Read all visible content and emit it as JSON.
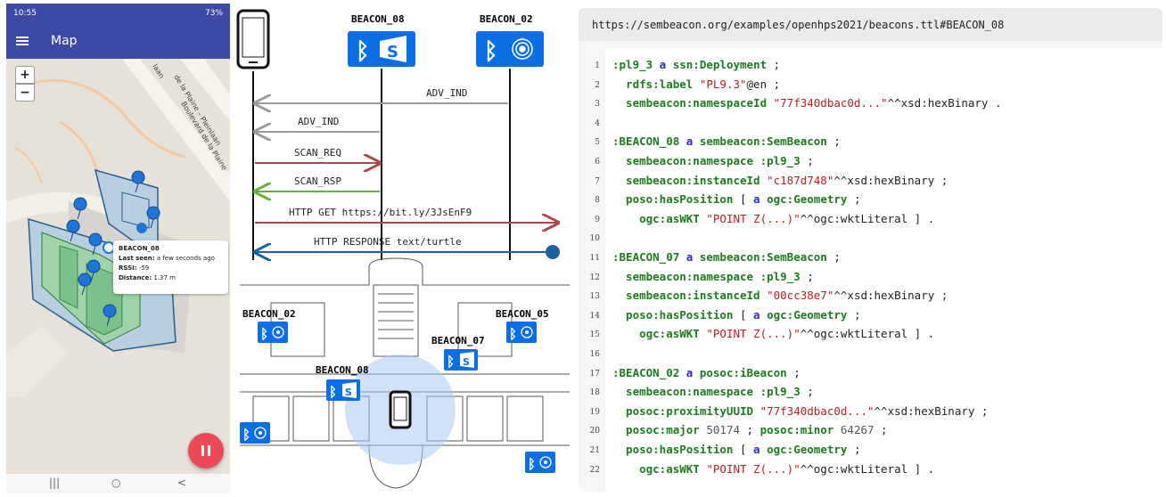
{
  "phone": {
    "status_time": "10:55",
    "status_right": "73%",
    "title": "Map",
    "zoom_in": "+",
    "zoom_out": "−",
    "streets": [
      "de la Plaine – Pleinlaan",
      "Boulevard de la Plaine",
      "laan"
    ],
    "popup": {
      "title": "BEACON_08",
      "last_seen_label": "Last seen:",
      "last_seen_value": "a few seconds ago",
      "rssi_label": "RSSI:",
      "rssi_value": "-59",
      "distance_label": "Distance:",
      "distance_value": "1.37 m"
    },
    "nav": {
      "recent": "|||",
      "home": "○",
      "back": "<"
    }
  },
  "diagram": {
    "beacons": {
      "beacon_08": "BEACON_08",
      "beacon_02": "BEACON_02"
    },
    "messages": [
      "ADV_IND",
      "ADV_IND",
      "SCAN_REQ",
      "SCAN_RSP",
      "HTTP GET https://bit.ly/3JsEnF9",
      "HTTP RESPONSE text/turtle"
    ],
    "floorplan_labels": {
      "b02": "BEACON_02",
      "b05": "BEACON_05",
      "b07": "BEACON_07",
      "b08": "BEACON_08"
    },
    "colors": {
      "beacon_blue": "#0b6fe3",
      "arrow_gray": "#9a9a9a",
      "arrow_red": "#a94a4a",
      "arrow_green": "#6aae3e",
      "arrow_teal": "#1e5fa0"
    }
  },
  "code": {
    "url": "https://sembeacon.org/examples/openhps2021/beacons.ttl#BEACON_08",
    "lines": [
      [
        {
          "t": ":pl9_3",
          "c": "s"
        },
        {
          "t": " a ",
          "c": "k"
        },
        {
          "t": "ssn:Deployment",
          "c": "p"
        },
        {
          "t": " ;",
          "c": "x"
        }
      ],
      [
        {
          "t": "  rdfs:label",
          "c": "p"
        },
        {
          "t": " \"PL9.3\"",
          "c": "str"
        },
        {
          "t": "@en ;",
          "c": "x"
        }
      ],
      [
        {
          "t": "  sembeacon:namespaceId",
          "c": "p"
        },
        {
          "t": " \"77f340dbac0d...\"",
          "c": "str"
        },
        {
          "t": "^^xsd:hexBinary .",
          "c": "x"
        }
      ],
      [],
      [
        {
          "t": ":BEACON_08",
          "c": "s"
        },
        {
          "t": " a ",
          "c": "k"
        },
        {
          "t": "sembeacon:SemBeacon",
          "c": "p"
        },
        {
          "t": " ;",
          "c": "x"
        }
      ],
      [
        {
          "t": "  sembeacon:namespace",
          "c": "p"
        },
        {
          "t": " :pl9_3",
          "c": "p"
        },
        {
          "t": " ;",
          "c": "x"
        }
      ],
      [
        {
          "t": "  sembeacon:instanceId",
          "c": "p"
        },
        {
          "t": " \"c187d748\"",
          "c": "str"
        },
        {
          "t": "^^xsd:hexBinary ;",
          "c": "x"
        }
      ],
      [
        {
          "t": "  poso:hasPosition",
          "c": "p"
        },
        {
          "t": " [ ",
          "c": "x"
        },
        {
          "t": "a ",
          "c": "k"
        },
        {
          "t": "ogc:Geometry",
          "c": "p"
        },
        {
          "t": " ;",
          "c": "x"
        }
      ],
      [
        {
          "t": "    ogc:asWKT",
          "c": "p"
        },
        {
          "t": " \"POINT Z(...)\"",
          "c": "str"
        },
        {
          "t": "^^ogc:wktLiteral ] .",
          "c": "x"
        }
      ],
      [],
      [
        {
          "t": ":BEACON_07",
          "c": "s"
        },
        {
          "t": " a ",
          "c": "k"
        },
        {
          "t": "sembeacon:SemBeacon",
          "c": "p"
        },
        {
          "t": " ;",
          "c": "x"
        }
      ],
      [
        {
          "t": "  sembeacon:namespace",
          "c": "p"
        },
        {
          "t": " :pl9_3",
          "c": "p"
        },
        {
          "t": " ;",
          "c": "x"
        }
      ],
      [
        {
          "t": "  sembeacon:instanceId",
          "c": "p"
        },
        {
          "t": " \"00cc38e7\"",
          "c": "str"
        },
        {
          "t": "^^xsd:hexBinary ;",
          "c": "x"
        }
      ],
      [
        {
          "t": "  poso:hasPosition",
          "c": "p"
        },
        {
          "t": " [ ",
          "c": "x"
        },
        {
          "t": "a ",
          "c": "k"
        },
        {
          "t": "ogc:Geometry",
          "c": "p"
        },
        {
          "t": " ;",
          "c": "x"
        }
      ],
      [
        {
          "t": "    ogc:asWKT",
          "c": "p"
        },
        {
          "t": " \"POINT Z(...)\"",
          "c": "str"
        },
        {
          "t": "^^ogc:wktLiteral ] .",
          "c": "x"
        }
      ],
      [],
      [
        {
          "t": ":BEACON_02",
          "c": "s"
        },
        {
          "t": " a ",
          "c": "k"
        },
        {
          "t": "posoc:iBeacon",
          "c": "p"
        },
        {
          "t": " ;",
          "c": "x"
        }
      ],
      [
        {
          "t": "  sembeacon:namespace",
          "c": "p"
        },
        {
          "t": " :pl9_3",
          "c": "p"
        },
        {
          "t": " ;",
          "c": "x"
        }
      ],
      [
        {
          "t": "  posoc:proximityUUID",
          "c": "p"
        },
        {
          "t": " \"77f340dbac0d...\"",
          "c": "str"
        },
        {
          "t": "^^xsd:hexBinary ;",
          "c": "x"
        }
      ],
      [
        {
          "t": "  posoc:major",
          "c": "p"
        },
        {
          "t": " 50174",
          "c": "num"
        },
        {
          "t": " ; ",
          "c": "x"
        },
        {
          "t": "posoc:minor",
          "c": "p"
        },
        {
          "t": " 64267",
          "c": "num"
        },
        {
          "t": " ;",
          "c": "x"
        }
      ],
      [
        {
          "t": "  poso:hasPosition",
          "c": "p"
        },
        {
          "t": " [ ",
          "c": "x"
        },
        {
          "t": "a ",
          "c": "k"
        },
        {
          "t": "ogc:Geometry",
          "c": "p"
        },
        {
          "t": " ;",
          "c": "x"
        }
      ],
      [
        {
          "t": "    ogc:asWKT",
          "c": "p"
        },
        {
          "t": " \"POINT Z(...)\"",
          "c": "str"
        },
        {
          "t": "^^ogc:wktLiteral ] .",
          "c": "x"
        }
      ]
    ]
  }
}
